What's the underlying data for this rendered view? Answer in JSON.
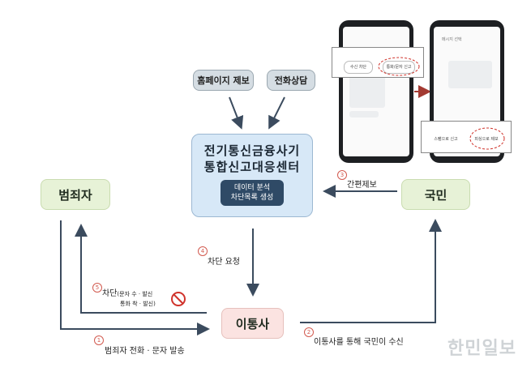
{
  "sources": {
    "homepage": "홈페이지 제보",
    "phone_consult": "전화상담"
  },
  "center": {
    "title_line1": "전기통신금융사기",
    "title_line2": "통합신고대응센터",
    "inner_line1": "데이터 분석",
    "inner_line2": "차단목록 생성"
  },
  "nodes": {
    "criminal": "범죄자",
    "citizen": "국민",
    "carrier": "이통사"
  },
  "steps": {
    "s1": {
      "num": "1",
      "label": "범죄자 전화 · 문자 발송"
    },
    "s2": {
      "num": "2",
      "label": "이통사를 통해 국민이 수신"
    },
    "s3": {
      "num": "3",
      "label": "간편제보"
    },
    "s4": {
      "num": "4",
      "label": "차단 요청"
    },
    "s5": {
      "num": "5",
      "label_main": "차단",
      "label_sub1": "(문자 수 · 발신",
      "label_sub2": "통화 착 · 발신)"
    }
  },
  "phone_ui": {
    "left_btn": "수신 차단",
    "right_btn": "통화/문자 신고",
    "right_title": "메시지 선택",
    "popup_left": "스팸으로 신고",
    "popup_right": "피싱으로 제보"
  },
  "watermark": "한민일보",
  "colors": {
    "arrow": "#3b4b5e",
    "accent_red": "#d25a4f",
    "center_fill": "#d7e8f7",
    "center_inner": "#2f4a66"
  }
}
